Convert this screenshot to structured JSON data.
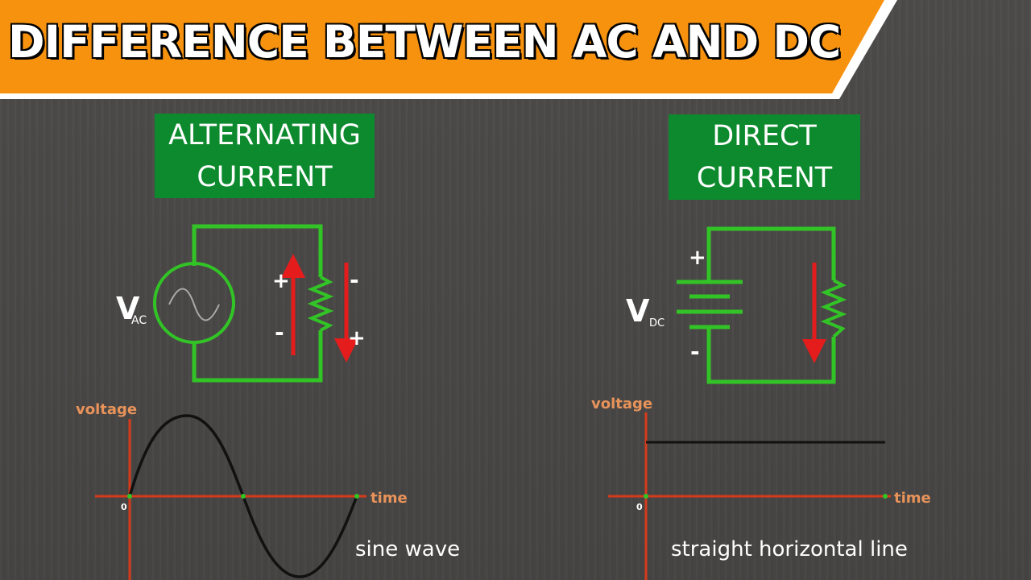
{
  "title": "DIFFERENCE BETWEEN AC AND DC",
  "colors": {
    "banner": "#f7920f",
    "banner_edge": "#ffffff",
    "circuit_green": "#32c426",
    "arrow_red": "#e51c1c",
    "label_green": "#0d8a2d",
    "axis_red": "#d63a1a",
    "axis_label_orange": "#e8935a"
  },
  "ac": {
    "label_line1": "ALTERNATING",
    "label_line2": "CURRENT",
    "source_symbol": "V",
    "source_subscript": "AC",
    "plus": "+",
    "minus": "-",
    "graph": {
      "y_axis_label": "voltage",
      "x_axis_label": "time",
      "origin_label": "0",
      "caption": "sine wave"
    }
  },
  "dc": {
    "label_line1": "DIRECT",
    "label_line2": "CURRENT",
    "source_symbol": "V",
    "source_subscript": "DC",
    "plus": "+",
    "minus": "-",
    "graph": {
      "y_axis_label": "voltage",
      "x_axis_label": "time",
      "origin_label": "0",
      "caption": "straight horizontal line"
    }
  }
}
